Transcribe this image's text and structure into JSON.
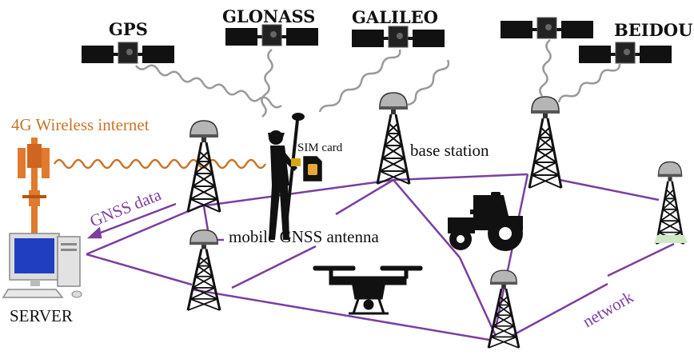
{
  "satellites": [
    {
      "id": "gps",
      "label": "GPS"
    },
    {
      "id": "glonass",
      "label": "GLONASS"
    },
    {
      "id": "galileo",
      "label": "GALILEO"
    },
    {
      "id": "beidou",
      "label": "BEIDOU"
    }
  ],
  "labels": {
    "wireless": "4G Wireless internet",
    "gnss_data": "GNSS data",
    "sim_card": "SIM card",
    "base_station": "base station",
    "mobile_antenna": "mobile GNSS antenna",
    "network": "network",
    "server": "SERVER"
  },
  "colors": {
    "network": "#7a3fa0",
    "wireless": "#c8762a",
    "signal": "#9a9a9a",
    "tower": "#111111",
    "server_screen": "#1f3fc0"
  },
  "icons": [
    "satellite-icon",
    "cell-tower-icon",
    "gnss-tower-icon",
    "surveyor-icon",
    "sim-card-icon",
    "server-computer-icon",
    "tractor-icon",
    "drone-icon"
  ]
}
